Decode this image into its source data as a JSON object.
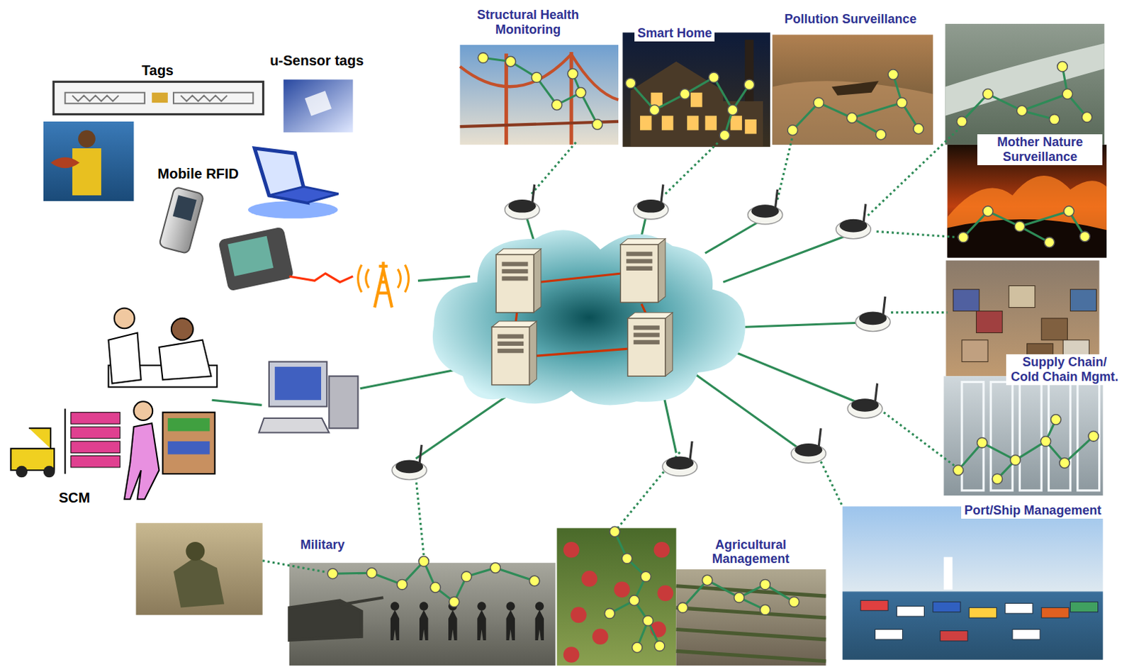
{
  "diagram": {
    "nodes": [
      {
        "text": [
          "Structural Health Monitoring"
        ]
      },
      {
        "text": [
          "Smart Home"
        ]
      },
      {
        "text": [
          "Pollution Surveillance"
        ]
      },
      {
        "text": [
          "Mother Nature Surveillance"
        ]
      },
      {
        "text": [
          "Supply Chain/ Cold Chain Mgmt."
        ]
      },
      {
        "text": [
          "Port/Ship Management"
        ]
      },
      {
        "text": [
          "Military"
        ]
      },
      {
        "text": [
          "Agricultural Management"
        ]
      }
    ],
    "labels": [
      "Tags",
      "u-Sensor tags",
      "Mobile RFID",
      "SCM"
    ]
  }
}
